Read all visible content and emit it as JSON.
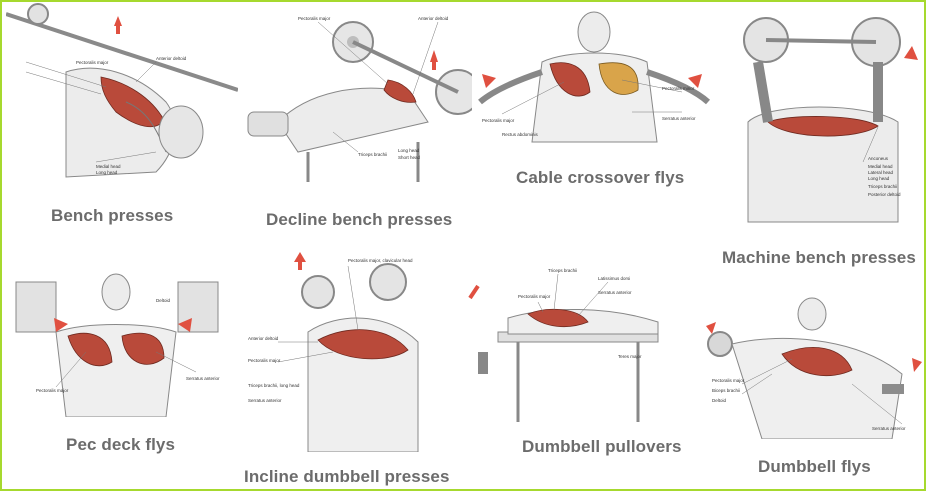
{
  "accent_color": "#a6d92e",
  "muscle_color": "#b94a3a",
  "arrow_color": "#e05040",
  "panels": [
    {
      "id": "bench",
      "caption": "Bench presses",
      "labels": [
        "Pectoralis major",
        "Anterior deltoid",
        "Medial head",
        "Long head"
      ]
    },
    {
      "id": "decline",
      "caption": "Decline bench presses",
      "labels": [
        "Pectoralis major",
        "Anterior deltoid",
        "Triceps brachii",
        "Long head",
        "Short head"
      ]
    },
    {
      "id": "crossover",
      "caption": "Cable crossover flys",
      "labels": [
        "Pectoralis major",
        "Pectoralis minor",
        "Serratus anterior",
        "Rectus abdominis"
      ]
    },
    {
      "id": "machine",
      "caption": "Machine bench presses",
      "labels": [
        "Anconeus",
        "Medial head",
        "Lateral head",
        "Long head",
        "Triceps brachii",
        "Posterior deltoid"
      ]
    },
    {
      "id": "pecdeck",
      "caption": "Pec deck flys",
      "labels": [
        "Pectoralis major",
        "Serratus anterior",
        "Deltoid"
      ]
    },
    {
      "id": "incline",
      "caption": "Incline dumbbell presses",
      "labels": [
        "Pectoralis major, clavicular head",
        "Anterior deltoid",
        "Pectoralis major",
        "Triceps brachii, long head",
        "Serratus anterior"
      ]
    },
    {
      "id": "pullover",
      "caption": "Dumbbell pullovers",
      "labels": [
        "Triceps brachii",
        "Latissimus dorsi",
        "Pectoralis major",
        "Serratus anterior",
        "Teres major"
      ]
    },
    {
      "id": "flys",
      "caption": "Dumbbell flys",
      "labels": [
        "Pectoralis major",
        "Biceps brachii",
        "Deltoid",
        "Serratus anterior"
      ]
    }
  ]
}
